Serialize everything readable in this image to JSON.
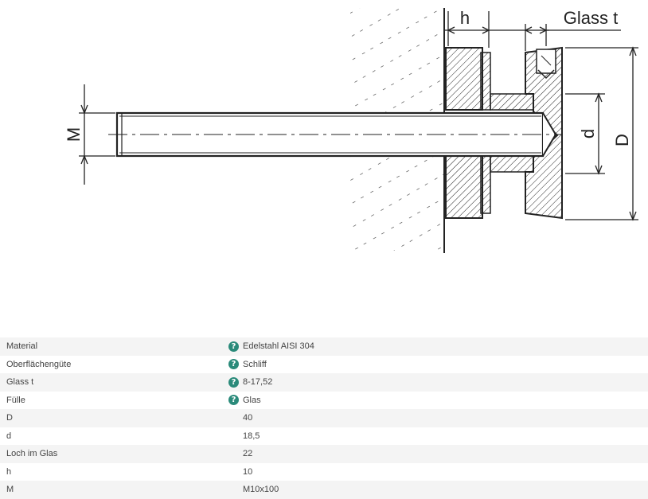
{
  "diagram": {
    "labels": {
      "h": "h",
      "glass_t": "Glass t",
      "M": "M",
      "d": "d",
      "D": "D"
    },
    "line_color": "#222222"
  },
  "specs": {
    "help_icon": "question-circle-icon",
    "help_color": "#2a8a7a",
    "rows": [
      {
        "key": "Material",
        "value": "Edelstahl AISI 304",
        "help": true
      },
      {
        "key": "Oberflächengüte",
        "value": "Schliff",
        "help": true
      },
      {
        "key": "Glass t",
        "value": "8-17,52",
        "help": true
      },
      {
        "key": "Fülle",
        "value": "Glas",
        "help": true
      },
      {
        "key": "D",
        "value": "40",
        "help": false
      },
      {
        "key": "d",
        "value": "18,5",
        "help": false
      },
      {
        "key": "Loch im Glas",
        "value": "22",
        "help": false
      },
      {
        "key": "h",
        "value": "10",
        "help": false
      },
      {
        "key": "M",
        "value": "M10x100",
        "help": false
      }
    ]
  }
}
